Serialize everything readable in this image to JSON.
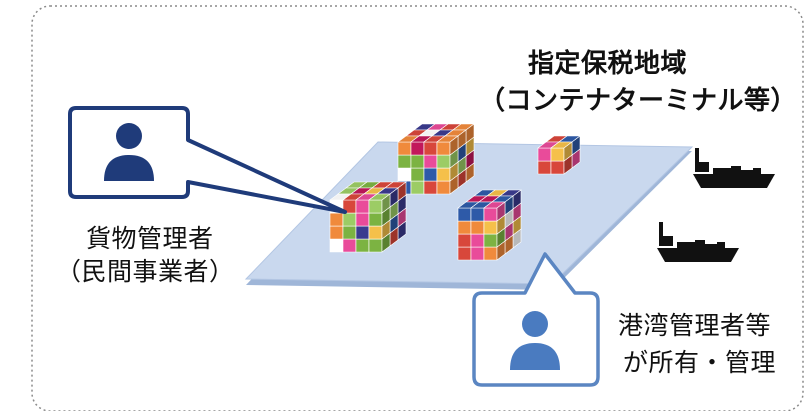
{
  "zone_title": {
    "line1": "指定保税地域",
    "line2": "（コンテナターミナル等）"
  },
  "cargo_manager": {
    "line1": "貨物管理者",
    "line2": "（民間事業者）",
    "icon": "person-icon"
  },
  "port_manager": {
    "line1": "港湾管理者等",
    "line2": "が所有・管理",
    "icon": "person-icon"
  },
  "ships": {
    "icon": "cargo-ship-icon",
    "count": 2
  },
  "colors": {
    "border_dashed": "#8a8a8a",
    "callout_dark_blue": "#1f3b7a",
    "callout_light_blue": "#5b86c2",
    "person_dark": "#1f3b7a",
    "person_light": "#4a7bc0",
    "platform_top": "#c9d8ee",
    "platform_side": "#9fb6d8",
    "ship": "#111111"
  }
}
